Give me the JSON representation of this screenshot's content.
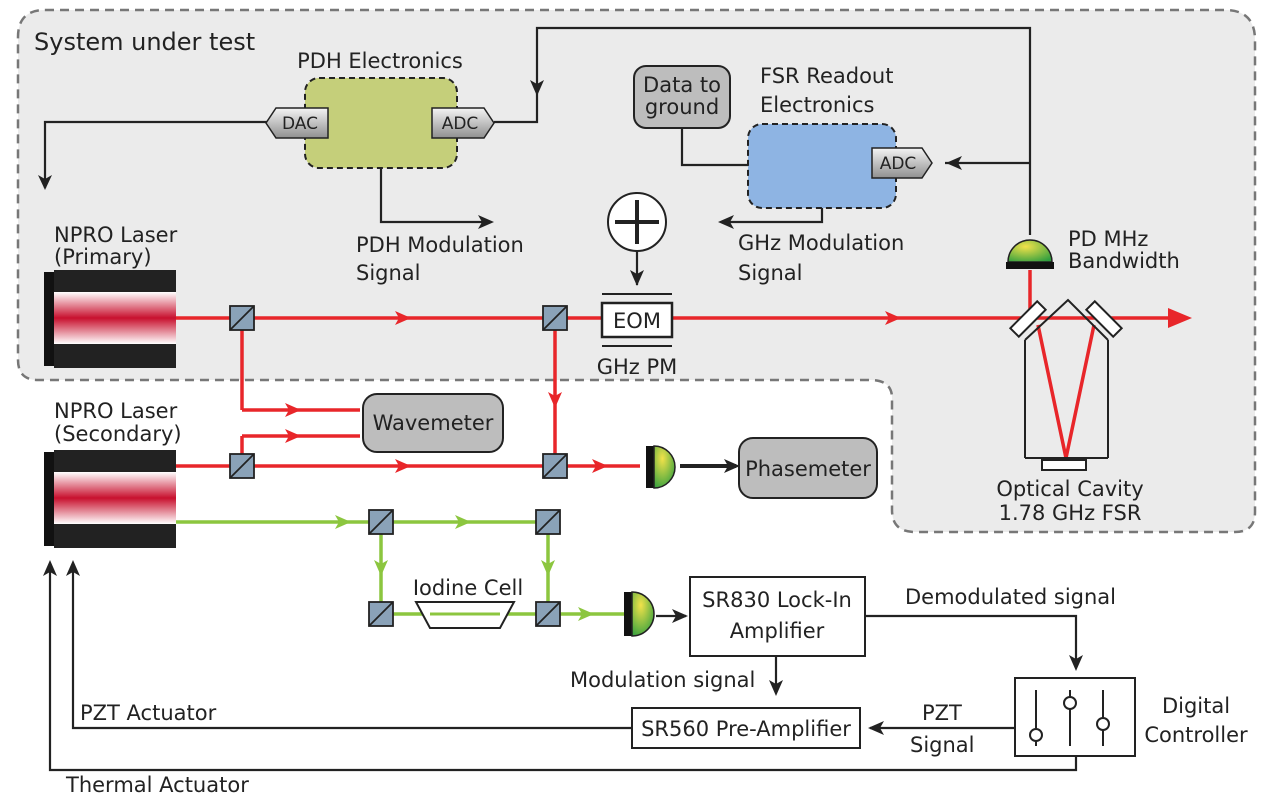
{
  "system_title": "System under test",
  "pdh": {
    "title": "PDH Electronics",
    "dac": "DAC",
    "adc": "ADC",
    "modulation_line1": "PDH Modulation",
    "modulation_line2": "Signal"
  },
  "fsr": {
    "title_line1": "FSR Readout",
    "title_line2": "Electronics",
    "adc": "ADC",
    "data_line1": "Data to",
    "data_line2": "ground",
    "modulation_line1": "GHz Modulation",
    "modulation_line2": "Signal"
  },
  "eom": {
    "label": "EOM",
    "sublabel": "GHz PM"
  },
  "pd_mhz": {
    "line1": "PD MHz",
    "line2": "Bandwidth"
  },
  "cavity": {
    "line1": "Optical Cavity",
    "line2": "1.78 GHz FSR"
  },
  "laser_primary": {
    "line1": "NPRO Laser",
    "line2": "(Primary)"
  },
  "laser_secondary": {
    "line1": "NPRO Laser",
    "line2": "(Secondary)"
  },
  "wavemeter": "Wavemeter",
  "phasemeter": "Phasemeter",
  "iodine_cell": "Iodine Cell",
  "lockin": {
    "line1": "SR830 Lock-In",
    "line2": "Amplifier"
  },
  "preamp": "SR560 Pre-Amplifier",
  "demodulated_signal": "Demodulated signal",
  "modulation_signal": "Modulation signal",
  "pzt_signal": {
    "line1": "PZT",
    "line2": "Signal"
  },
  "digital_controller": {
    "line1": "Digital",
    "line2": "Controller"
  },
  "pzt_actuator": "PZT Actuator",
  "thermal_actuator": "Thermal Actuator",
  "colors": {
    "red_beam": "#e8262a",
    "green_beam": "#8cc63f",
    "pdh_box": "#c5cf7a",
    "fsr_box": "#8eb4e3",
    "panel": "#ebebeb",
    "gray_box": "#bdbdbd"
  }
}
